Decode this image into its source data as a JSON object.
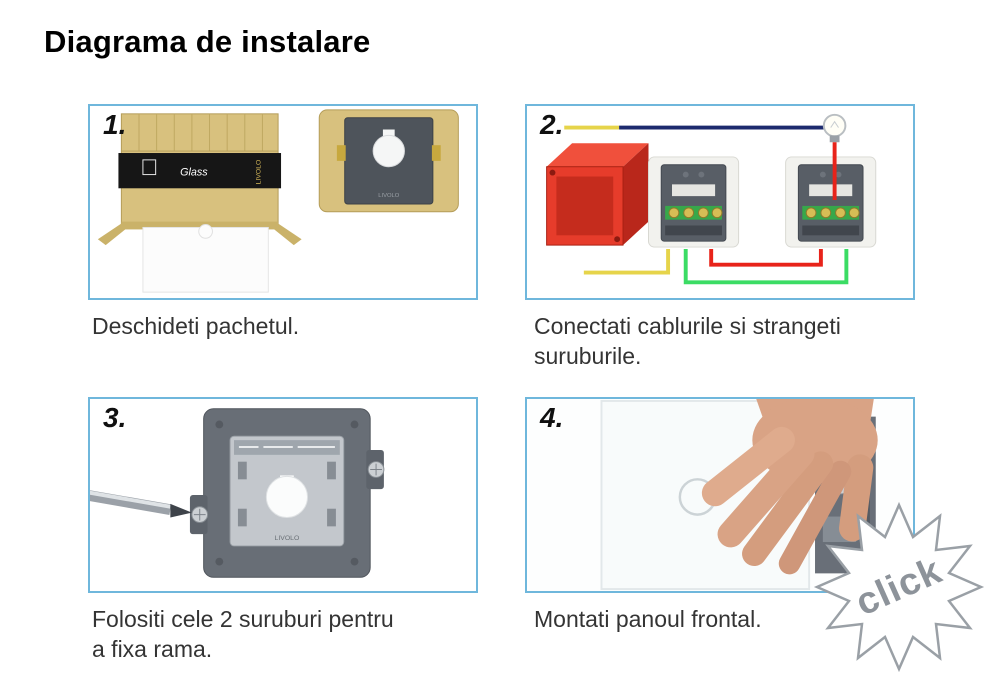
{
  "page": {
    "title": "Diagrama de instalare"
  },
  "steps": [
    {
      "number": "1.",
      "caption": "Deschideti pachetul."
    },
    {
      "number": "2.",
      "caption": "Conectati cablurile si strangeti\nsuruburile."
    },
    {
      "number": "3.",
      "caption": "Folositi cele 2 suruburi pentru\na fixa rama."
    },
    {
      "number": "4.",
      "caption": "Montati panoul frontal."
    }
  ],
  "click_label": "click",
  "illustrations": {
    "brand": "LIVOLO",
    "glass_label": "Glass"
  },
  "colors": {
    "panel_border": "#6fb7dc",
    "carton_gold": "#d8c17e",
    "sleeve_black": "#161616",
    "mount_box_red": "#e63c2b",
    "wire_blue": "#1d2a6e",
    "wire_red": "#e8231a",
    "wire_green": "#3bdc64",
    "wire_yellow": "#e6d44a",
    "mechanism_gray": "#686e76",
    "skin_tone": "#d9a385",
    "click_text_gray": "#8d939a"
  }
}
